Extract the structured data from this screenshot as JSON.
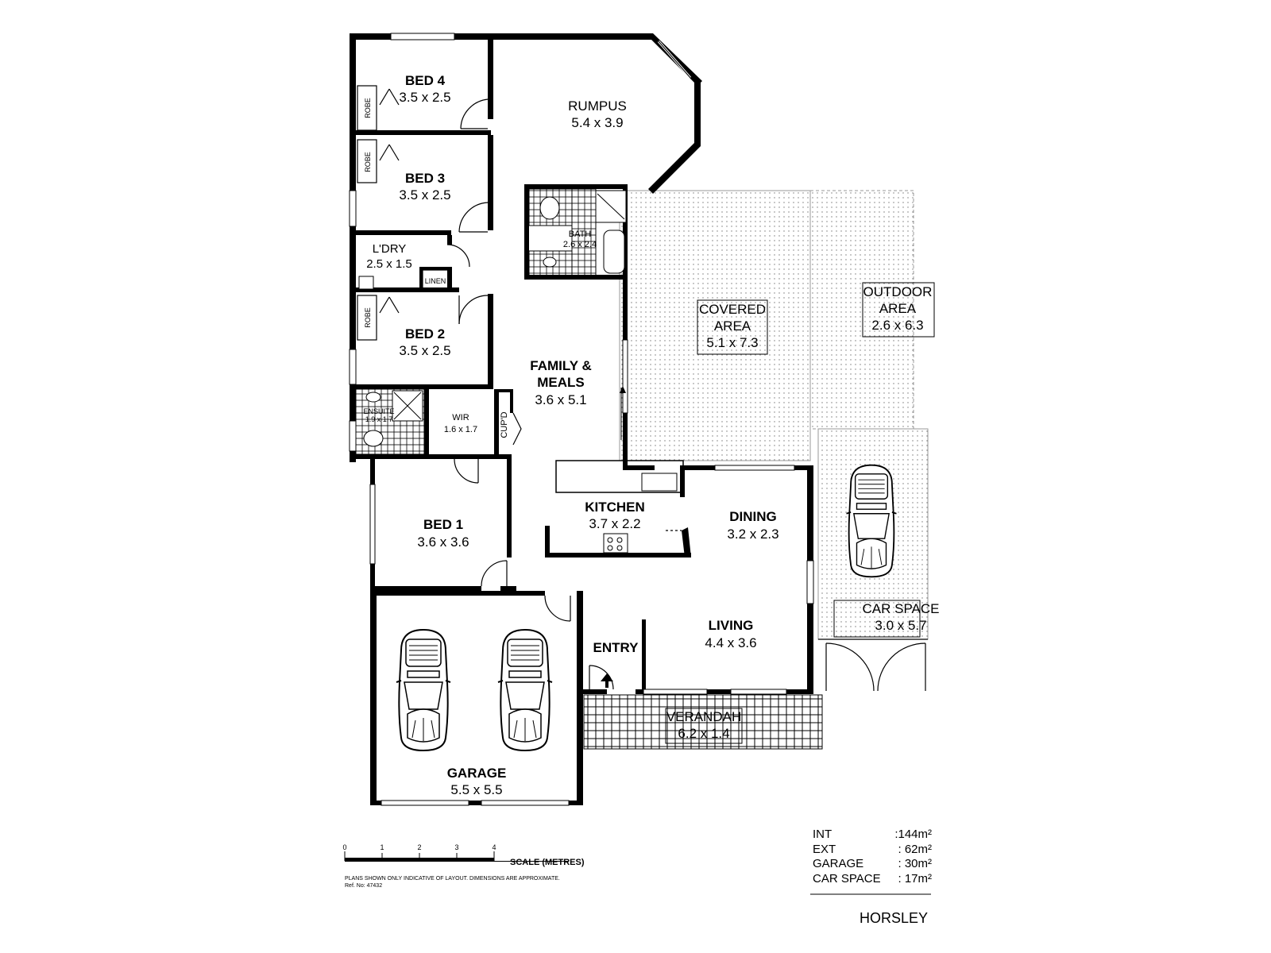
{
  "rooms": {
    "bed4": {
      "name": "BED 4",
      "size": "3.5 x 2.5"
    },
    "bed3": {
      "name": "BED 3",
      "size": "3.5 x 2.5"
    },
    "bed2": {
      "name": "BED 2",
      "size": "3.5 x 2.5"
    },
    "bed1": {
      "name": "BED 1",
      "size": "3.6 x 3.6"
    },
    "rumpus": {
      "name": "RUMPUS",
      "size": "5.4 x 3.9"
    },
    "bath": {
      "name": "BATH",
      "size": "2.6 x 2.4"
    },
    "laundry": {
      "name": "L'DRY",
      "size": "2.5 x 1.5"
    },
    "linen": {
      "name": "LINEN"
    },
    "robe": {
      "name": "ROBE"
    },
    "ensuite": {
      "name": "ENSUITE",
      "size": "1.9 x 1.7"
    },
    "wir": {
      "name": "WIR",
      "size": "1.6 x 1.7"
    },
    "cupd": {
      "name": "CUP'D"
    },
    "family": {
      "name_line1": "FAMILY &",
      "name_line2": "MEALS",
      "size": "3.6 x 5.1"
    },
    "kitchen": {
      "name": "KITCHEN",
      "size": "3.7 x 2.2"
    },
    "dining": {
      "name": "DINING",
      "size": "3.2 x 2.3"
    },
    "living": {
      "name": "LIVING",
      "size": "4.4 x 3.6"
    },
    "entry": {
      "name": "ENTRY"
    },
    "garage": {
      "name": "GARAGE",
      "size": "5.5 x 5.5"
    },
    "covered": {
      "name_line1": "COVERED",
      "name_line2": "AREA",
      "size": "5.1 x 7.3"
    },
    "outdoor": {
      "name_line1": "OUTDOOR",
      "name_line2": "AREA",
      "size": "2.6 x 6.3"
    },
    "verandah": {
      "name": "VERANDAH",
      "size": "6.2 x 1.4"
    },
    "carspace": {
      "name": "CAR SPACE",
      "size": "3.0 x 5.7"
    }
  },
  "areas": [
    {
      "label": "INT",
      "value": ":144m²"
    },
    {
      "label": "EXT",
      "value": ":  62m²"
    },
    {
      "label": "GARAGE",
      "value": ":  30m²"
    },
    {
      "label": "CAR SPACE",
      "value": ":  17m²"
    }
  ],
  "scale": {
    "title": "SCALE (METRES)",
    "ticks": [
      "0",
      "1",
      "2",
      "3",
      "4"
    ]
  },
  "notes": {
    "disclaimer": "PLANS SHOWN ONLY INDICATIVE OF LAYOUT.  DIMENSIONS ARE APPROXIMATE.",
    "ref": "Ref. No: 47432"
  },
  "suburb": "HORSLEY"
}
